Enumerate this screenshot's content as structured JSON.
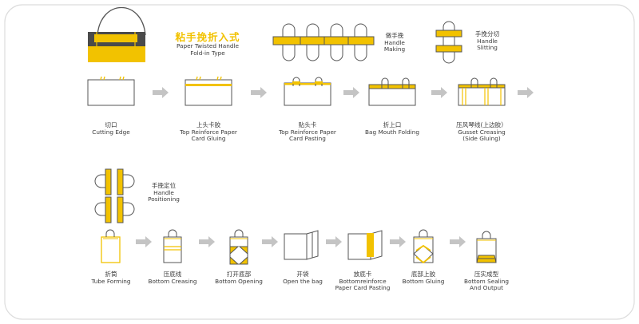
{
  "title": {
    "cn": "粘手挽折入式",
    "en1": "Paper Twisted Handle",
    "en2": "Fold-in Type"
  },
  "handle_making": {
    "cn": "做手挽",
    "en1": "Handle",
    "en2": "Making"
  },
  "handle_slitting": {
    "cn": "手挽分切",
    "en1": "Handle",
    "en2": "Slitting"
  },
  "handle_positioning": {
    "cn": "手挽定位",
    "en1": "Handle",
    "en2": "Positioning"
  },
  "row1": [
    {
      "cn": "切口",
      "en": [
        "Cutting Edge"
      ]
    },
    {
      "cn": "上头卡胶",
      "en": [
        "Top Reinforce Paper",
        "Card Gluing"
      ]
    },
    {
      "cn": "贴头卡",
      "en": [
        "Top Reinforce Paper",
        "Card Pasting"
      ]
    },
    {
      "cn": "折上口",
      "en": [
        "Bag Mouth Folding"
      ]
    },
    {
      "cn": "压风琴线(上边胶）",
      "en": [
        "Gusset Creasing",
        "(Side Gluing)"
      ]
    }
  ],
  "row2": [
    {
      "cn": "折筒",
      "en": [
        "Tube Forming"
      ]
    },
    {
      "cn": "压底线",
      "en": [
        "Bottom Creasing"
      ]
    },
    {
      "cn": "打开底部",
      "en": [
        "Bottom Opening"
      ]
    },
    {
      "cn": "开袋",
      "en": [
        "Open the bag"
      ]
    },
    {
      "cn": "放底卡",
      "en": [
        "Bottomreinforce",
        "Paper Card Pasting"
      ]
    },
    {
      "cn": "底部上胶",
      "en": [
        "Bottom Gluing"
      ]
    },
    {
      "cn": "压实成型",
      "en": [
        "Bottom Sealing",
        "And Output"
      ]
    }
  ],
  "colors": {
    "accent": "#f2c200",
    "line": "#555555",
    "arrow": "#c4c4c4",
    "frame": "#dcdcdc"
  }
}
